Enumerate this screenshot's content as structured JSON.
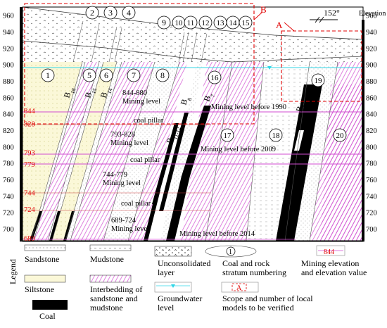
{
  "axes": {
    "elevation_label": "Elevation (m)",
    "ticks": [
      "960",
      "940",
      "920",
      "900",
      "880",
      "860",
      "840",
      "820",
      "800",
      "780",
      "760",
      "740",
      "720",
      "700"
    ],
    "red_elevations": [
      "844",
      "828",
      "793",
      "779",
      "744",
      "724",
      "689"
    ]
  },
  "orientation": "152°",
  "region_labels": {
    "a": "A",
    "b": "B"
  },
  "strata_numbers": [
    "1",
    "2",
    "3",
    "4",
    "5",
    "6",
    "7",
    "8",
    "9",
    "10",
    "11",
    "12",
    "13",
    "14",
    "15",
    "16",
    "17",
    "18",
    "19",
    "20"
  ],
  "seams": [
    "B18",
    "B15",
    "B14",
    "B11-12",
    "B8",
    "B7",
    "B6"
  ],
  "levels": {
    "l844_880": "844-880\nMining level",
    "l793_828": "793-828\nMining level",
    "l744_779": "744-779\nMining level",
    "l689_724": "689-724\nMining level",
    "pillar": "coal pillar",
    "before_1990": "Mining level before 1990",
    "before_2009": "Mining level before 2009",
    "before_2014": "Mining level before 2014"
  },
  "legend": {
    "title": "Legend",
    "sandstone": "Sandstone",
    "mudstone": "Mudstone",
    "unconsolidated": "Unconsolidated\nlayer",
    "numbering": "Coal and rock\nstratum numbering",
    "numbering_sample": "1",
    "mining_elev": "Mining elevation\nand elevation value",
    "mining_elev_sample": "844",
    "siltstone": "Siltstone",
    "interbedding": "Interbedding of\nsandstone and\nmudstone",
    "groundwater": "Groundwater\nlevel",
    "scope": "Scope and number of local\nmodels to be verified",
    "scope_sample": "A",
    "coal": "Coal"
  },
  "colors": {
    "magenta": "#d04bd0",
    "red": "#e00000",
    "cyan": "#2fd6e6",
    "coal": "#000000"
  }
}
